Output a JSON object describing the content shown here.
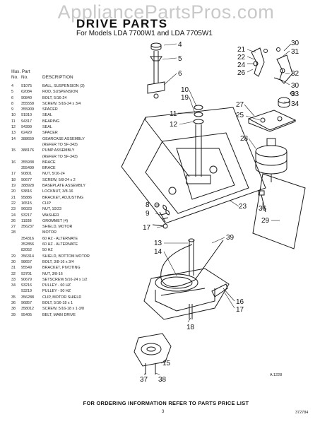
{
  "watermark": "AppliancePartsPros.com",
  "header": {
    "title": "DRIVE PARTS",
    "subtitle": "For Models LDA 7700W1 and LDA 7705W1"
  },
  "parts_list": {
    "header_line1": "Illus.  Part",
    "col_no": "No.",
    "col_part": "No.",
    "col_desc": "DESCRIPTION",
    "rows": [
      {
        "no": "4",
        "part": "91075",
        "desc": "BALL, SUSPENSION (3)"
      },
      {
        "no": "5",
        "part": "62084",
        "desc": "ROD, SUSPENSION"
      },
      {
        "no": "6",
        "part": "90840",
        "desc": "BOLT, 5/16-24"
      },
      {
        "no": "8",
        "part": "355558",
        "desc": "SCREW, 5/16-24 x 3/4"
      },
      {
        "no": "9",
        "part": "355909",
        "desc": "SPACER"
      },
      {
        "no": "10",
        "part": "91910",
        "desc": "SEAL"
      },
      {
        "no": "11",
        "part": "94317",
        "desc": "BEARING"
      },
      {
        "no": "12",
        "part": "94399",
        "desc": "SEAL"
      },
      {
        "no": "13",
        "part": "62429",
        "desc": "SPACER"
      },
      {
        "no": "14",
        "part": "388659",
        "desc": "GEARCASE ASSEMBLY"
      },
      {
        "no": "",
        "part": "",
        "desc": "(REFER TO SF-343)"
      },
      {
        "no": "15",
        "part": "388176",
        "desc": "PUMP ASSEMBLY"
      },
      {
        "no": "",
        "part": "",
        "desc": "(REFER TO SF-343)"
      },
      {
        "no": "16",
        "part": "355938",
        "desc": "BRACE"
      },
      {
        "no": "",
        "part": "355499",
        "desc": "BRACE"
      },
      {
        "no": "17",
        "part": "90801",
        "desc": "NUT, 5/16-24"
      },
      {
        "no": "18",
        "part": "90677",
        "desc": "SCREW, 5/8-24 x 2"
      },
      {
        "no": "19",
        "part": "388928",
        "desc": "BASEPLATE ASSEMBLY"
      },
      {
        "no": "20",
        "part": "93816",
        "desc": "LOCKNUT, 3/8-16"
      },
      {
        "no": "21",
        "part": "95886",
        "desc": "BRACKET, ADJUSTING"
      },
      {
        "no": "22",
        "part": "16515",
        "desc": "CLIP"
      },
      {
        "no": "23",
        "part": "96023",
        "desc": "NUT, 10/23"
      },
      {
        "no": "24",
        "part": "93217",
        "desc": "WASHER"
      },
      {
        "no": "26",
        "part": "11938",
        "desc": "GROMMET (4)"
      },
      {
        "no": "27",
        "part": "356237",
        "desc": "SHIELD, MOTOR"
      },
      {
        "no": "28",
        "part": "",
        "desc": "MOTOR"
      },
      {
        "no": "",
        "part": "354316",
        "desc": "60 HZ - ALTERNATE"
      },
      {
        "no": "",
        "part": "352856",
        "desc": "60 HZ - ALTERNATE"
      },
      {
        "no": "",
        "part": "82052",
        "desc": "50 HZ"
      },
      {
        "no": "29",
        "part": "356314",
        "desc": "SHIELD, BOTTOM MOTOR"
      },
      {
        "no": "30",
        "part": "98657",
        "desc": "BOLT, 3/8-16 x 3/4"
      },
      {
        "no": "31",
        "part": "95549",
        "desc": "BRACKET, PIVOTING"
      },
      {
        "no": "32",
        "part": "93701",
        "desc": "NUT, 3/8-16"
      },
      {
        "no": "33",
        "part": "90679",
        "desc": "SETSCREW 5/16-24 x 1/2"
      },
      {
        "no": "34",
        "part": "93216",
        "desc": "PULLEY - 60 HZ"
      },
      {
        "no": "",
        "part": "93219",
        "desc": "PULLEY - 50 HZ"
      },
      {
        "no": "35",
        "part": "356288",
        "desc": "CLIP, MOTOR SHIELD"
      },
      {
        "no": "36",
        "part": "96857",
        "desc": "BOLT, 5/16-18 x 1"
      },
      {
        "no": "38",
        "part": "358012",
        "desc": "SCREW, 5/16-18 x 1-3/8"
      },
      {
        "no": "39",
        "part": "95405",
        "desc": "BELT, MAIN DRIVE"
      }
    ]
  },
  "callouts": [
    "4",
    "5",
    "6",
    "21",
    "22",
    "24",
    "26",
    "30",
    "31",
    "32",
    "30",
    "33",
    "34",
    "10",
    "19",
    "11",
    "12",
    "27",
    "25",
    "28",
    "8",
    "9",
    "17",
    "23",
    "36",
    "29",
    "13",
    "14",
    "39",
    "16",
    "17",
    "18",
    "15",
    "37",
    "38"
  ],
  "figure_ref": "A 1228",
  "footer": "FOR ORDERING INFORMATION REFER TO PARTS PRICE LIST",
  "page_number": "3",
  "catalog_number": "372784"
}
